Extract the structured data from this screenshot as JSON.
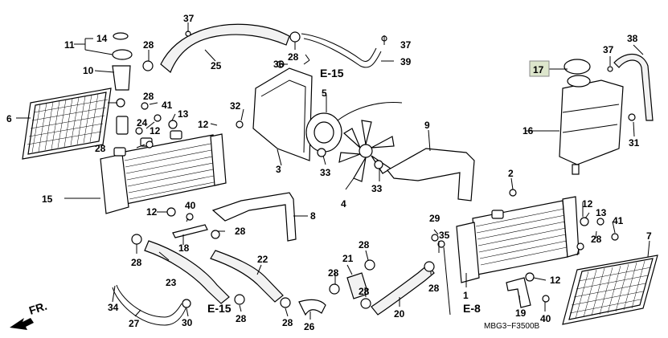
{
  "labels": {
    "p1": "1",
    "p2": "2",
    "p3": "3",
    "p4": "4",
    "p5": "5",
    "p6": "6",
    "p7": "7",
    "p8": "8",
    "p9": "9",
    "p10": "10",
    "p11": "11",
    "p12a": "12",
    "p12b": "12",
    "p12c": "12",
    "p12d": "12",
    "p12e": "12",
    "p13a": "13",
    "p13b": "13",
    "p14": "14",
    "p15": "15",
    "p16": "16",
    "p17": "17",
    "p18": "18",
    "p19": "19",
    "p20": "20",
    "p21": "21",
    "p22": "22",
    "p23": "23",
    "p24": "24",
    "p25": "25",
    "p26": "26",
    "p27": "27",
    "p28a": "28",
    "p28b": "28",
    "p28c": "28",
    "p28d": "28",
    "p28e": "28",
    "p28f": "28",
    "p28g": "28",
    "p28h": "28",
    "p28i": "28",
    "p28j": "28",
    "p28k": "28",
    "p28l": "28",
    "p28m": "28",
    "p29": "29",
    "p30": "30",
    "p31": "31",
    "p32": "32",
    "p33a": "33",
    "p33b": "33",
    "p34": "34",
    "p35": "35",
    "p36": "36",
    "p37a": "37",
    "p37b": "37",
    "p37c": "37",
    "p38": "38",
    "p39": "39",
    "p40a": "40",
    "p40b": "40",
    "p41a": "41",
    "p41b": "41"
  },
  "refs": {
    "e15_top": "E-15",
    "e15_bottom": "E-15",
    "e8": "E-8"
  },
  "front_marker": "FR.",
  "diagram_code": "MBG3−F3500B",
  "highlight_color": "#dde6cc"
}
